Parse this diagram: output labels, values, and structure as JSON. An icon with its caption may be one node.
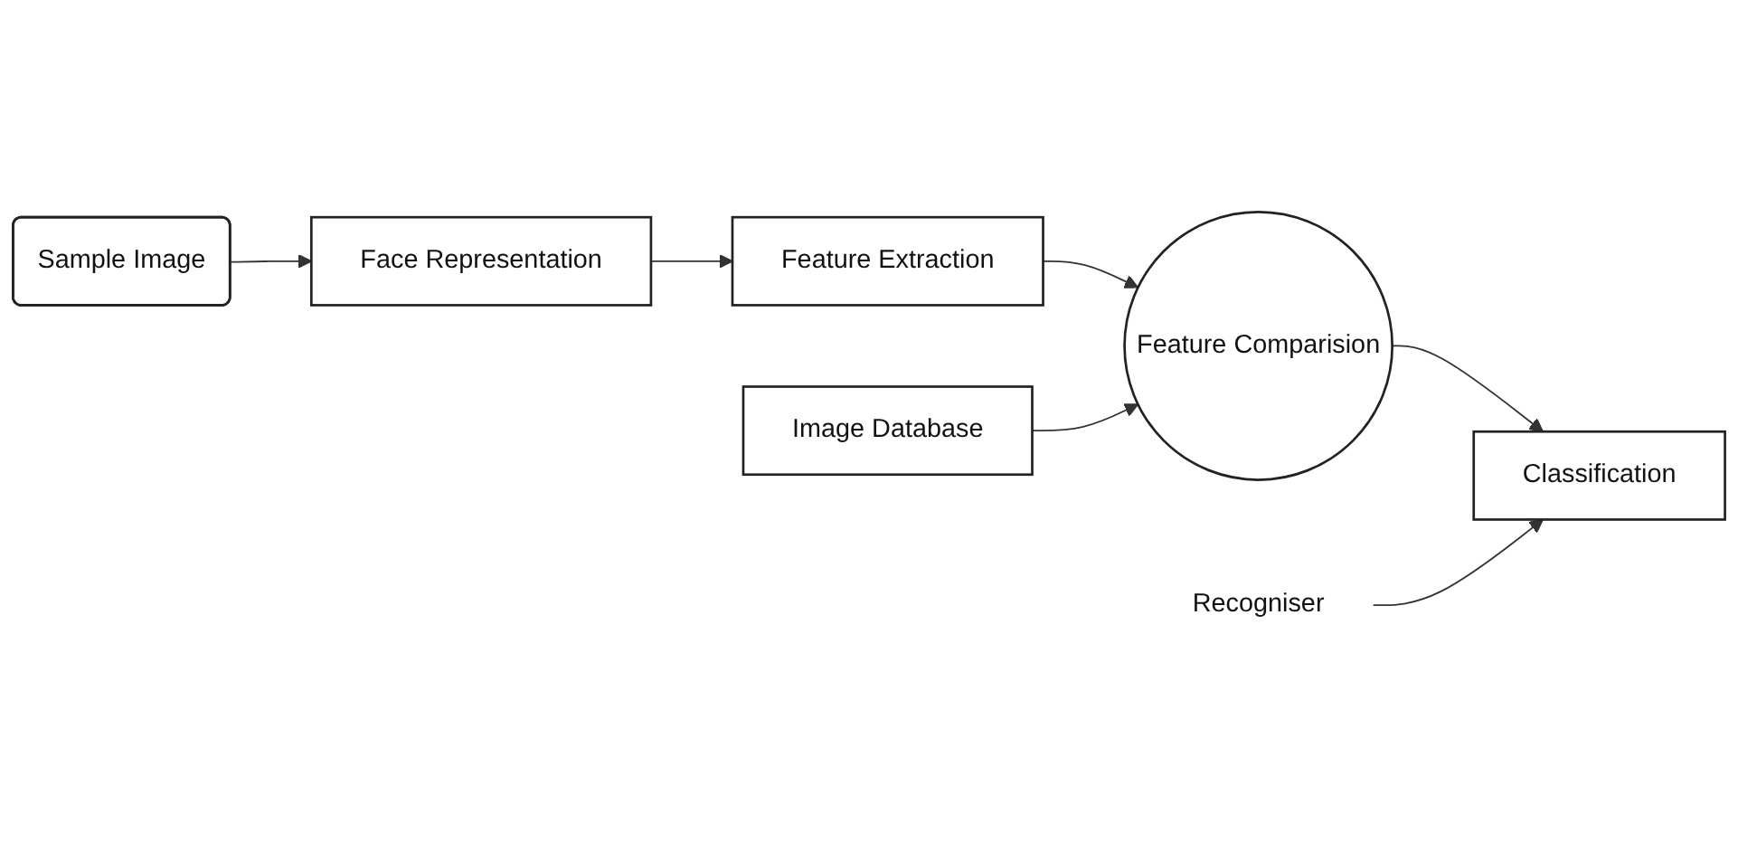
{
  "diagram": {
    "nodes": [
      {
        "text": [
          "Sample Image"
        ]
      },
      {
        "text": [
          "Face Representation"
        ]
      },
      {
        "text": [
          "Feature Extraction"
        ]
      },
      {
        "text": [
          "Image Database"
        ]
      },
      {
        "text": [
          "Feature Comparision"
        ]
      },
      {
        "text": [
          "Recogniser"
        ]
      },
      {
        "text": [
          "Classification"
        ]
      }
    ],
    "edges": [
      {
        "from": 0,
        "to": 1,
        "arrow": "to"
      },
      {
        "from": 1,
        "to": 2,
        "arrow": "to"
      },
      {
        "from": 2,
        "to": 4,
        "arrow": "to"
      },
      {
        "from": 3,
        "to": 4,
        "arrow": "to"
      },
      {
        "from": 4,
        "to": 6,
        "arrow": "to"
      },
      {
        "from": 5,
        "to": 6,
        "arrow": "to"
      }
    ]
  }
}
